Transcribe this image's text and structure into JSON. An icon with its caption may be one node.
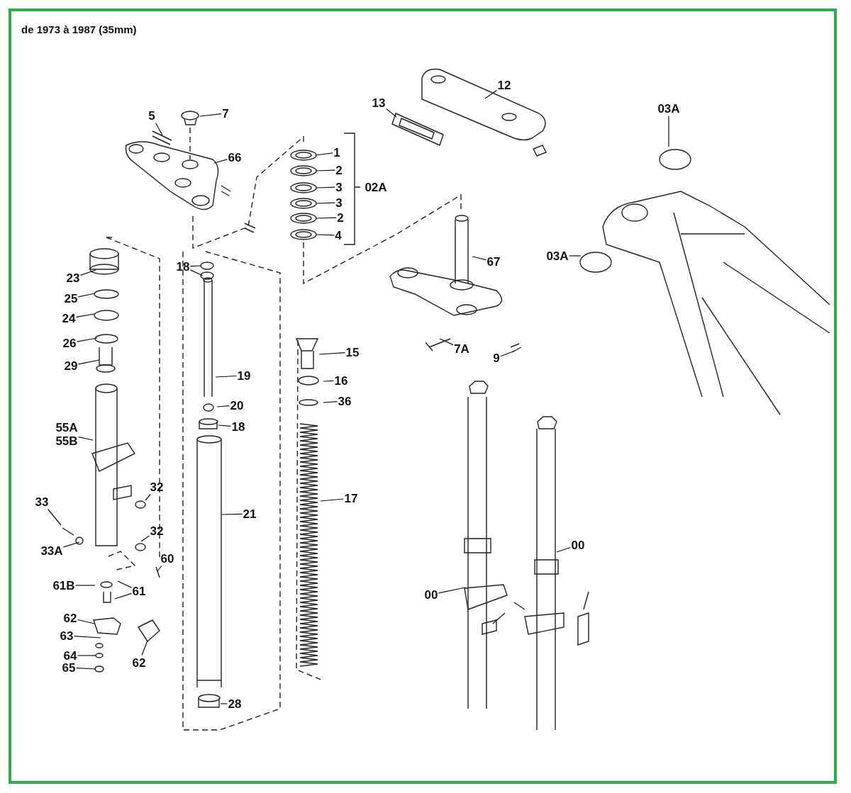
{
  "diagram": {
    "title": "de 1973 à 1987 (35mm)",
    "nodes": [
      {
        "text": [
          "7"
        ]
      },
      {
        "text": [
          "5"
        ]
      },
      {
        "text": [
          "66"
        ]
      },
      {
        "text": [
          "13"
        ]
      },
      {
        "text": [
          "12"
        ]
      },
      {
        "text": [
          "1"
        ]
      },
      {
        "text": [
          "2"
        ]
      },
      {
        "text": [
          "3"
        ]
      },
      {
        "text": [
          "3"
        ]
      },
      {
        "text": [
          "2"
        ]
      },
      {
        "text": [
          "4"
        ]
      },
      {
        "text": [
          "03A"
        ]
      },
      {
        "text": [
          "03A"
        ]
      },
      {
        "text": [
          "67"
        ]
      },
      {
        "text": [
          "7A"
        ]
      },
      {
        "text": [
          "9"
        ]
      },
      {
        "text": [
          "18"
        ]
      },
      {
        "text": [
          "23"
        ]
      },
      {
        "text": [
          "25"
        ]
      },
      {
        "text": [
          "24"
        ]
      },
      {
        "text": [
          "26"
        ]
      },
      {
        "text": [
          "29"
        ]
      },
      {
        "text": [
          "19"
        ]
      },
      {
        "text": [
          "20"
        ]
      },
      {
        "text": [
          "18"
        ]
      },
      {
        "text": [
          "15"
        ]
      },
      {
        "text": [
          "16"
        ]
      },
      {
        "text": [
          "36"
        ]
      },
      {
        "text": [
          "55A",
          "55B"
        ]
      },
      {
        "text": [
          "32"
        ]
      },
      {
        "text": [
          "32"
        ]
      },
      {
        "text": [
          "33"
        ]
      },
      {
        "text": [
          "33A"
        ]
      },
      {
        "text": [
          "60"
        ]
      },
      {
        "text": [
          "61B"
        ]
      },
      {
        "text": [
          "61"
        ]
      },
      {
        "text": [
          "62"
        ]
      },
      {
        "text": [
          "62"
        ]
      },
      {
        "text": [
          "63"
        ]
      },
      {
        "text": [
          "64"
        ]
      },
      {
        "text": [
          "65"
        ]
      },
      {
        "text": [
          "21"
        ]
      },
      {
        "text": [
          "17"
        ]
      },
      {
        "text": [
          "28"
        ]
      },
      {
        "text": [
          "00"
        ]
      },
      {
        "text": [
          "00"
        ]
      }
    ],
    "edges": [
      {
        "from": 0,
        "to": null,
        "arrow": "none"
      },
      {
        "from": 1,
        "to": null,
        "arrow": "none"
      },
      {
        "from": 2,
        "to": null,
        "arrow": "none"
      },
      {
        "from": 3,
        "to": null,
        "arrow": "none"
      },
      {
        "from": 4,
        "to": null,
        "arrow": "none"
      },
      {
        "from": 5,
        "to": null,
        "arrow": "none"
      },
      {
        "from": 6,
        "to": null,
        "arrow": "none"
      },
      {
        "from": 7,
        "to": null,
        "arrow": "none"
      },
      {
        "from": 8,
        "to": null,
        "arrow": "none"
      },
      {
        "from": 9,
        "to": null,
        "arrow": "none"
      },
      {
        "from": 10,
        "to": null,
        "arrow": "none"
      },
      {
        "from": 11,
        "to": null,
        "arrow": "none"
      },
      {
        "from": 12,
        "to": null,
        "arrow": "none"
      },
      {
        "from": 13,
        "to": null,
        "arrow": "none"
      },
      {
        "from": 14,
        "to": null,
        "arrow": "none"
      },
      {
        "from": 15,
        "to": null,
        "arrow": "none"
      },
      {
        "from": 16,
        "to": null,
        "arrow": "none"
      },
      {
        "from": 16,
        "to": null,
        "arrow": "none"
      },
      {
        "from": 17,
        "to": null,
        "arrow": "none"
      },
      {
        "from": 18,
        "to": null,
        "arrow": "none"
      },
      {
        "from": 19,
        "to": null,
        "arrow": "none"
      },
      {
        "from": 20,
        "to": null,
        "arrow": "none"
      },
      {
        "from": 21,
        "to": null,
        "arrow": "none"
      },
      {
        "from": 22,
        "to": null,
        "arrow": "none"
      },
      {
        "from": 23,
        "to": null,
        "arrow": "none"
      },
      {
        "from": 24,
        "to": null,
        "arrow": "none"
      },
      {
        "from": 25,
        "to": null,
        "arrow": "none"
      },
      {
        "from": 26,
        "to": null,
        "arrow": "none"
      },
      {
        "from": 27,
        "to": null,
        "arrow": "none"
      },
      {
        "from": 28,
        "to": null,
        "arrow": "none"
      },
      {
        "from": 29,
        "to": null,
        "arrow": "none"
      },
      {
        "from": 30,
        "to": null,
        "arrow": "none"
      },
      {
        "from": 31,
        "to": null,
        "arrow": "none"
      },
      {
        "from": 32,
        "to": null,
        "arrow": "none"
      },
      {
        "from": 33,
        "to": null,
        "arrow": "none"
      },
      {
        "from": 34,
        "to": null,
        "arrow": "none"
      },
      {
        "from": 35,
        "to": null,
        "arrow": "none"
      },
      {
        "from": 35,
        "to": null,
        "arrow": "none"
      },
      {
        "from": 36,
        "to": null,
        "arrow": "none"
      },
      {
        "from": 37,
        "to": null,
        "arrow": "none"
      },
      {
        "from": 38,
        "to": null,
        "arrow": "none"
      },
      {
        "from": 39,
        "to": null,
        "arrow": "none"
      },
      {
        "from": 40,
        "to": null,
        "arrow": "none"
      },
      {
        "from": 41,
        "to": null,
        "arrow": "none"
      },
      {
        "from": 42,
        "to": null,
        "arrow": "none"
      },
      {
        "from": 43,
        "to": null,
        "arrow": "none"
      },
      {
        "from": 44,
        "to": null,
        "arrow": "none"
      },
      {
        "from": 45,
        "to": null,
        "arrow": "none"
      }
    ],
    "labels": [
      "02A"
    ]
  }
}
